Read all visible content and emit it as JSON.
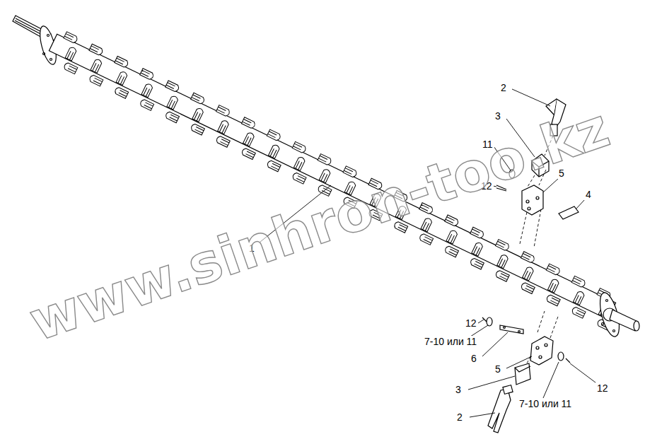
{
  "diagram": {
    "labels": [
      "2",
      "3",
      "11",
      "12",
      "5",
      "4",
      "1",
      "12",
      "7-10 или 11",
      "6",
      "5",
      "3",
      "2",
      "7-10 или 11",
      "12",
      "www.sinhron-too.kz"
    ]
  }
}
